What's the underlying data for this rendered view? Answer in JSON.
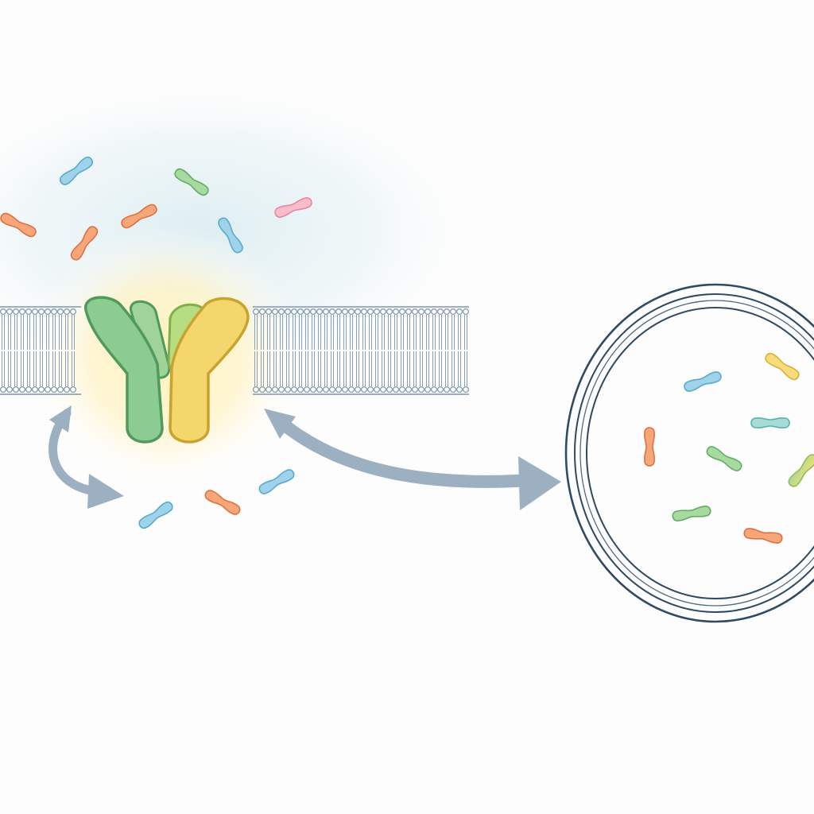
{
  "diagram": {
    "palette": {
      "background": "#fdfdfd",
      "membrane_line": "#7d95ad",
      "vesicle_line": "#2f4a63",
      "arrow": "#9db0c2",
      "receptor_green": "#8ccb92",
      "receptor_green_edge": "#4f9a5c",
      "receptor_yellow": "#f3d66c",
      "receptor_yellow_edge": "#c8a330",
      "receptor_lightgreen": "#b7dd83",
      "glow": "#fff1b0",
      "cloud": "#e3f1f4"
    },
    "membrane": {
      "name": "lipid-bilayer"
    },
    "receptor": {
      "name": "dimeric-membrane-receptor",
      "subunits": [
        "green",
        "yellow"
      ]
    },
    "arrows": [
      {
        "name": "curved-recycling-arrow"
      },
      {
        "name": "long-bidirectional-arrow"
      }
    ],
    "vesicle": {
      "name": "vesicle-compartment"
    },
    "molecules": {
      "extracellular": [
        "blue",
        "green",
        "orange",
        "orange",
        "orange",
        "blue",
        "pink",
        "orange"
      ],
      "intracellular": [
        "blue",
        "orange",
        "blue"
      ],
      "vesicle": [
        "blue",
        "yellow",
        "orange",
        "teal",
        "green",
        "lightgreen",
        "green",
        "orange"
      ]
    },
    "molecule_colors": {
      "blue": [
        "#9fd3ea",
        "#5aa9d0"
      ],
      "green": [
        "#a8d9a0",
        "#5fae63"
      ],
      "orange": [
        "#f5a77a",
        "#e07040"
      ],
      "pink": [
        "#f8bccb",
        "#e8889e"
      ],
      "yellow": [
        "#f5de7a",
        "#d9b03a"
      ],
      "teal": [
        "#a6dcd8",
        "#55b3ad"
      ],
      "lightgreen": [
        "#c6e39a",
        "#8ebf52"
      ]
    }
  }
}
